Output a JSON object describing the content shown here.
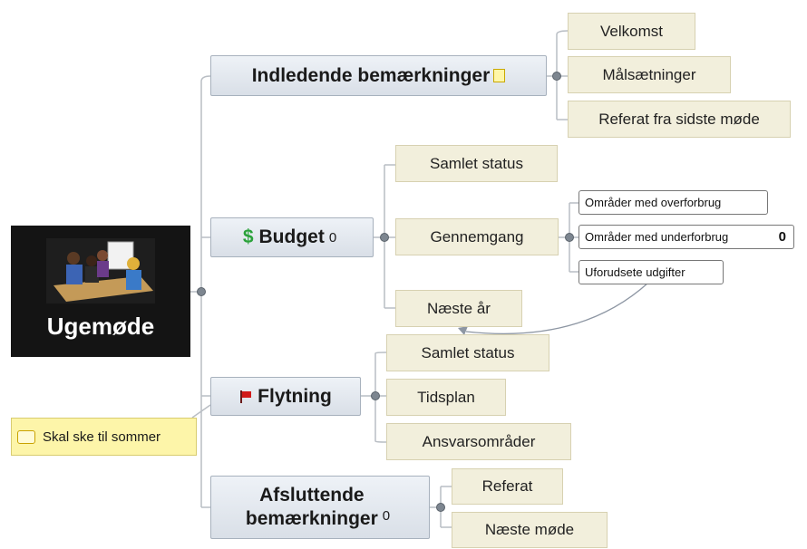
{
  "map": {
    "central": {
      "title": "Ugemøde",
      "image": "meeting-photo"
    },
    "topics": [
      {
        "title": "Indledende bemærkninger",
        "icon_after": "note-icon",
        "subtopics": [
          "Velkomst",
          "Målsætninger",
          "Referat fra sidste møde"
        ]
      },
      {
        "title": "Budget",
        "icon_before": "dollar-icon",
        "icon_after": "attachment-icon",
        "subtopics": [
          "Samlet status",
          "Gennemgang",
          "Næste år"
        ],
        "leaves": [
          "Områder med overforbrug",
          "Områder med underforbrug",
          "Uforudsete udgifter"
        ]
      },
      {
        "title": "Flytning",
        "icon_before": "flag-icon",
        "subtopics": [
          "Samlet status",
          "Tidsplan",
          "Ansvarsområder"
        ],
        "callout": "Skal ske til sommer"
      },
      {
        "title_line1": "Afsluttende",
        "title_line2": "bemærkninger",
        "icon_after": "attachment-icon",
        "subtopics": [
          "Referat",
          "Næste møde"
        ]
      }
    ]
  },
  "icons": {
    "dollar": "$",
    "attachment": "0"
  },
  "colors": {
    "central_bg": "#141414",
    "topic_bg": "#dfe5ec",
    "subtopic_bg": "#f2efdc",
    "callout_bg": "#fdf5a9",
    "flag": "#d11b1b",
    "dollar": "#2aa23a"
  }
}
